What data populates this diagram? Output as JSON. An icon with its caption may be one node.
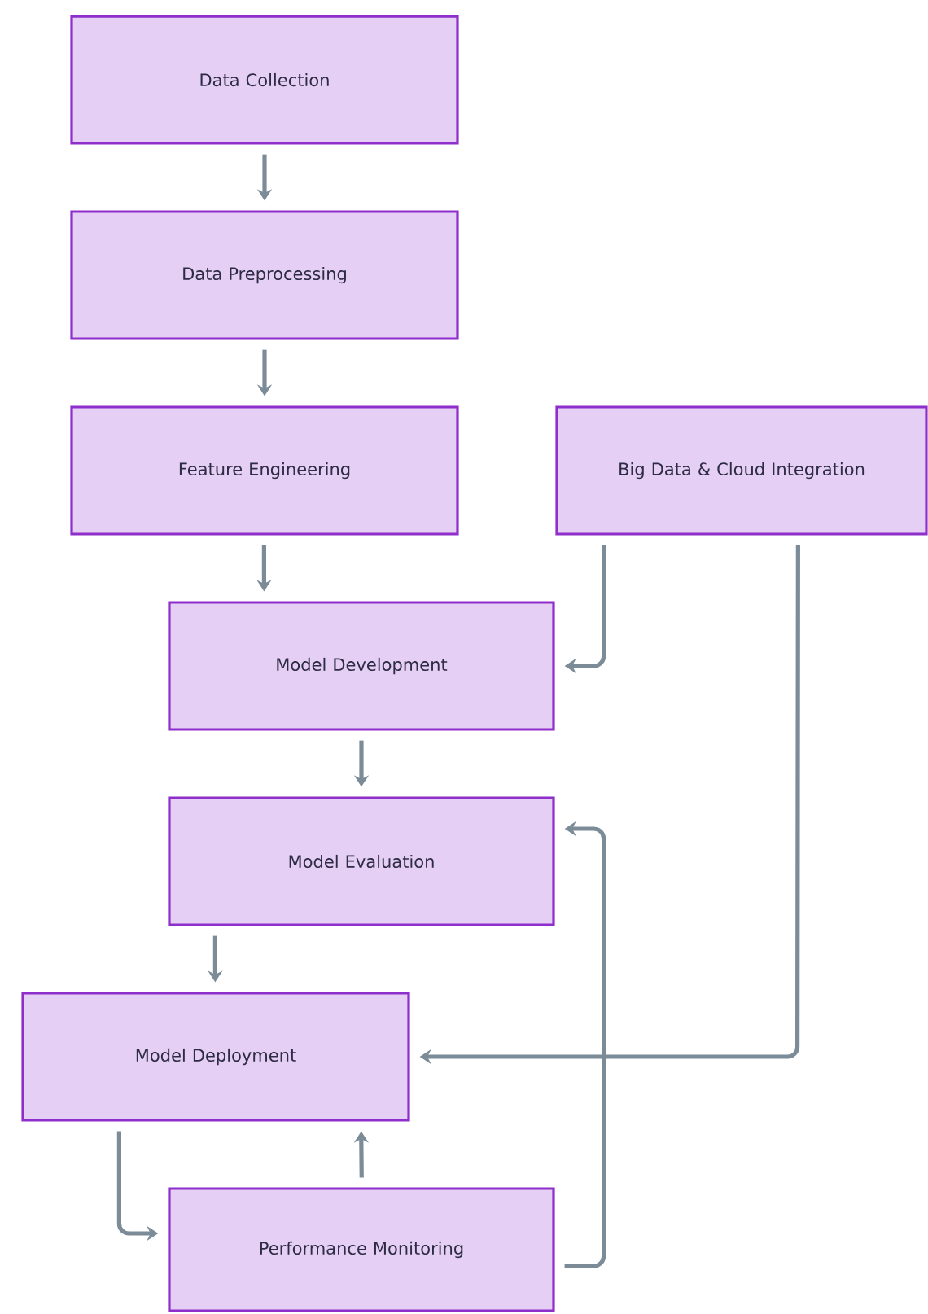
{
  "diagram": {
    "nodes": [
      {
        "text": [
          "Data Collection"
        ]
      },
      {
        "text": [
          "Data Preprocessing"
        ]
      },
      {
        "text": [
          "Feature Engineering"
        ]
      },
      {
        "text": [
          "Big Data & Cloud Integration"
        ]
      },
      {
        "text": [
          "Model Development"
        ]
      },
      {
        "text": [
          "Model Evaluation"
        ]
      },
      {
        "text": [
          "Model Deployment"
        ]
      },
      {
        "text": [
          "Performance Monitoring"
        ]
      }
    ],
    "edges": [
      {
        "from": 0,
        "to": 1,
        "arrow": "to"
      },
      {
        "from": 1,
        "to": 2,
        "arrow": "to"
      },
      {
        "from": 2,
        "to": 4,
        "arrow": "to"
      },
      {
        "from": 3,
        "to": 4,
        "arrow": "to"
      },
      {
        "from": 4,
        "to": 5,
        "arrow": "to"
      },
      {
        "from": 5,
        "to": 6,
        "arrow": "to"
      },
      {
        "from": 3,
        "to": 6,
        "arrow": "to"
      },
      {
        "from": 6,
        "to": 7,
        "arrow": "to"
      },
      {
        "from": 7,
        "to": 6,
        "arrow": "to"
      },
      {
        "from": 7,
        "to": 5,
        "arrow": "to"
      }
    ]
  }
}
